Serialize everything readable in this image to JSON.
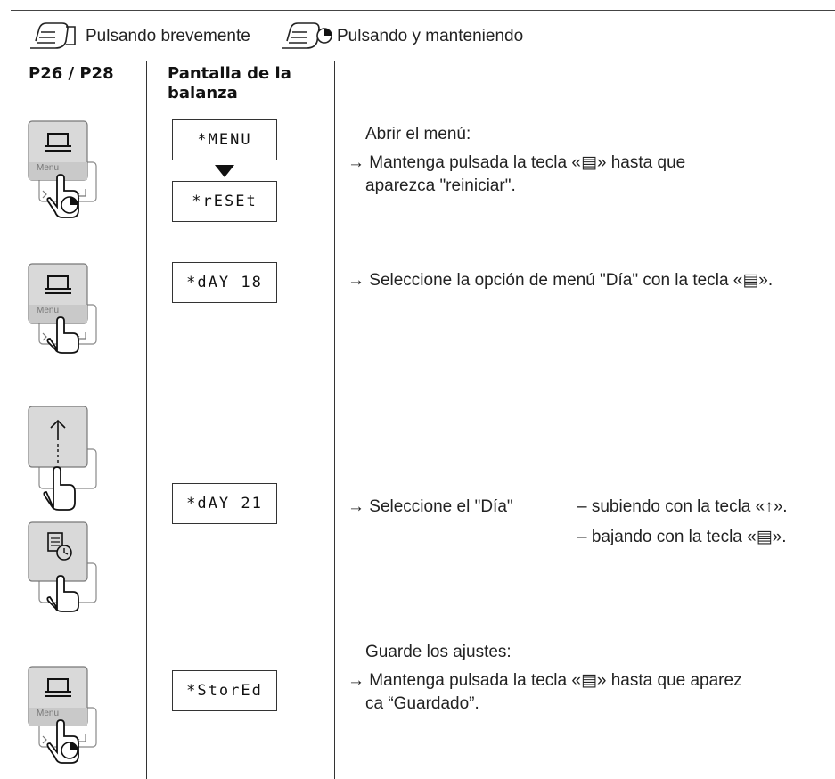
{
  "legend": {
    "short_press": "Pulsando brevemente",
    "long_press": "Pulsando y manteniendo",
    "short_press_icon": "hand-press-icon",
    "long_press_icon": "hand-hold-icon"
  },
  "columns": {
    "model": "P26 / P28",
    "display_line1": "Pantalla de la",
    "display_line2": "balanza"
  },
  "steps": [
    {
      "key_icon": "print-key-icon",
      "key_sub": "Menu",
      "press": "hold",
      "displays": [
        "*MENU",
        "*rESEt"
      ],
      "intro": "Abrir el menú:",
      "lines": [
        "→ Mantenga pulsada la tecla «▤» hasta que",
        "aparezca \"reiniciar\"."
      ]
    },
    {
      "key_icon": "print-key-icon",
      "key_sub": "Menu",
      "press": "short",
      "displays": [
        "*dAY 18"
      ],
      "lines": [
        "→ Seleccione la opción de menú \"Día\" con la tecla «▤»."
      ]
    },
    {
      "key_icon": "up-arrow-key-icon",
      "key2_icon": "print-clock-key-icon",
      "press": "short",
      "displays": [
        "*dAY 21"
      ],
      "lines": [
        "→ Seleccione el \"Día\"",
        "– subiendo con la tecla «↑».",
        "– bajando con la tecla «▤»."
      ]
    },
    {
      "key_icon": "print-key-icon",
      "key_sub": "Menu",
      "press": "hold",
      "displays": [
        "*StorEd"
      ],
      "intro": "Guarde los ajustes:",
      "lines": [
        "→ Mantenga pulsada la tecla «▤» hasta que aparez",
        "ca “Guardado”."
      ]
    }
  ]
}
